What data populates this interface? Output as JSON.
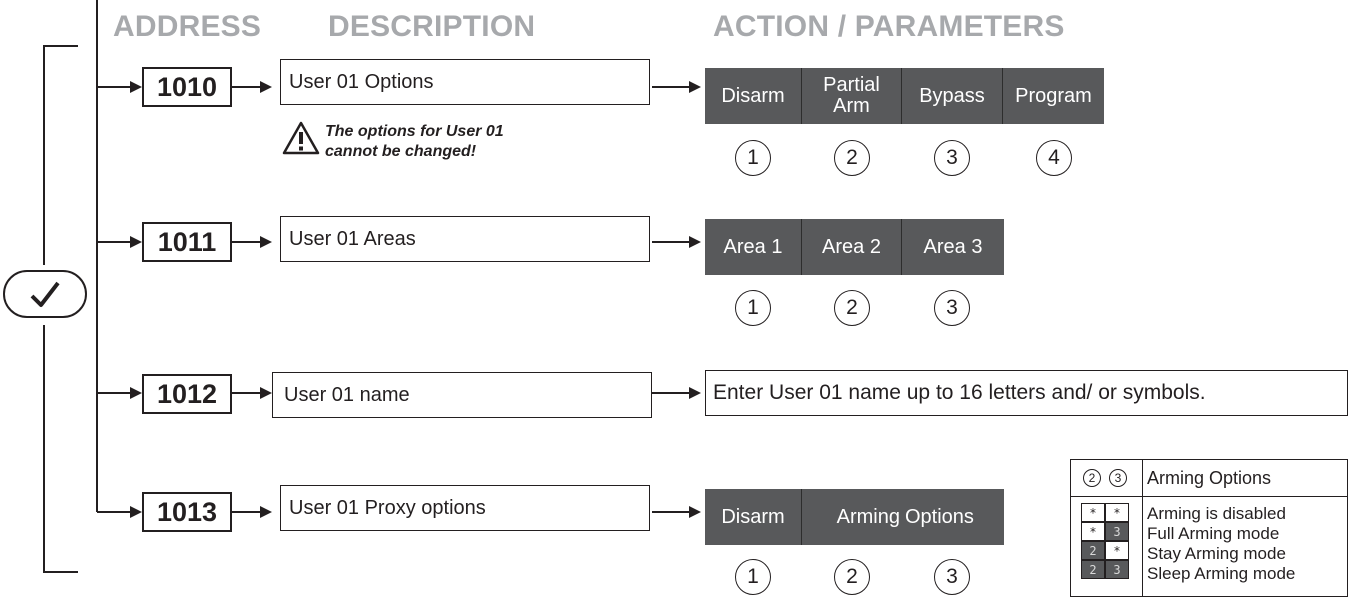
{
  "headers": {
    "address": "ADDRESS",
    "description": "DESCRIPTION",
    "action": "ACTION / PARAMETERS"
  },
  "check_icon": "check-icon",
  "warning_icon": "warning-triangle-icon",
  "colors": {
    "header_gray": "#a7a9ac",
    "cell_dark": "#58595b",
    "line": "#231f20"
  },
  "rows": [
    {
      "address": "1010",
      "description": "User 01 Options",
      "warning": {
        "line1": "The options for User 01",
        "line2": "cannot be changed!"
      },
      "cells": [
        {
          "label": "Disarm",
          "number": "1"
        },
        {
          "line1": "Partial",
          "line2": "Arm",
          "number": "2"
        },
        {
          "label": "Bypass",
          "number": "3"
        },
        {
          "label": "Program",
          "number": "4"
        }
      ]
    },
    {
      "address": "1011",
      "description": "User 01 Areas",
      "cells": [
        {
          "label": "Area 1",
          "number": "1"
        },
        {
          "label": "Area 2",
          "number": "2"
        },
        {
          "label": "Area 3",
          "number": "3"
        }
      ]
    },
    {
      "address": "1012",
      "description": "User 01 name",
      "action_text": "Enter User 01 name up to 16 letters and/ or symbols."
    },
    {
      "address": "1013",
      "description": "User 01 Proxy options",
      "cells": [
        {
          "label": "Disarm",
          "number": "1"
        },
        {
          "label": "Arming",
          "number": "2"
        },
        {
          "label": "Options",
          "number": "3"
        }
      ]
    }
  ],
  "legend": {
    "head_nums": [
      "2",
      "3"
    ],
    "title": "Arming Options",
    "squares": [
      [
        "*",
        "*"
      ],
      [
        "*",
        "3"
      ],
      [
        "2",
        "*"
      ],
      [
        "2",
        "3"
      ]
    ],
    "rows": [
      "Arming is disabled",
      "Full Arming mode",
      "Stay Arming mode",
      "Sleep Arming mode"
    ]
  }
}
